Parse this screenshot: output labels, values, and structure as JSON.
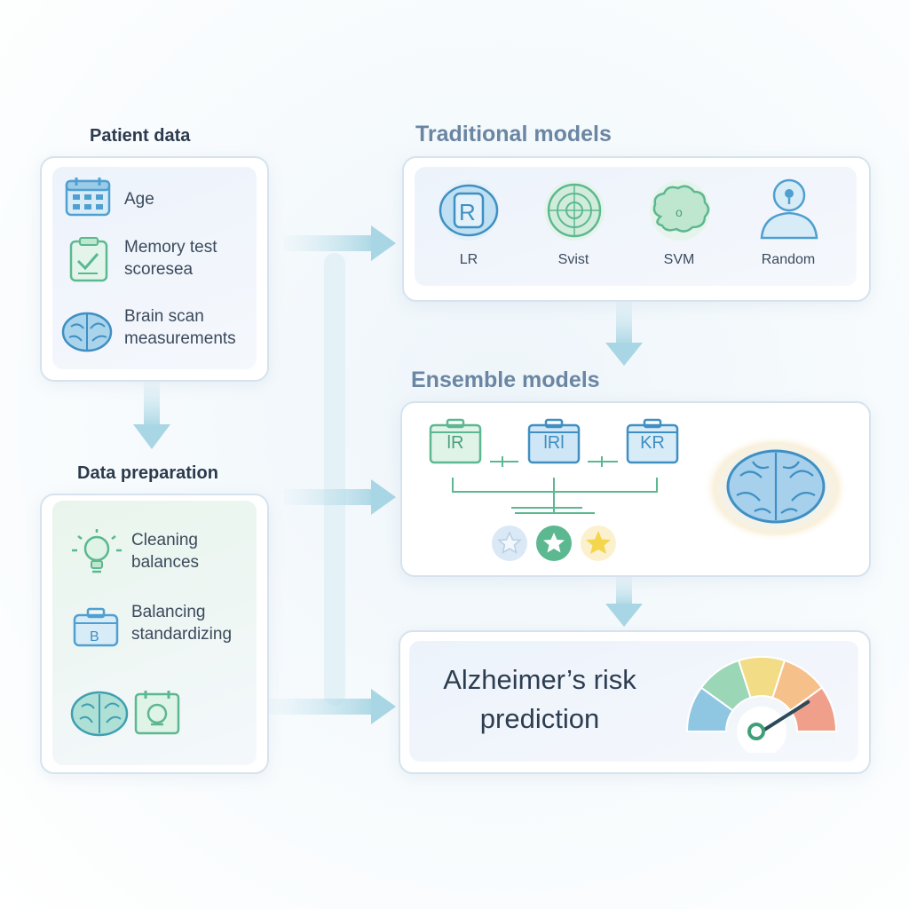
{
  "patient_data": {
    "title": "Patient data",
    "items": [
      {
        "label": "Age",
        "icon": "calendar-icon"
      },
      {
        "label_line1": "Memory test",
        "label_line2": "scoresea",
        "icon": "checklist-icon"
      },
      {
        "label_line1": "Brain scan",
        "label_line2": "measurements",
        "icon": "brain-icon"
      }
    ]
  },
  "data_preparation": {
    "title": "Data preparation",
    "items": [
      {
        "label_line1": "Cleaning",
        "label_line2": "balances",
        "icon": "lightbulb-icon"
      },
      {
        "label_line1": "Balancing",
        "label_line2": "standardizing",
        "icon": "briefcase-icon"
      }
    ]
  },
  "traditional_models": {
    "title": "Traditional models",
    "models": [
      {
        "label": "LR",
        "icon": "lr-badge-icon"
      },
      {
        "label": "Svist",
        "icon": "radar-icon"
      },
      {
        "label": "SVM",
        "icon": "cloud-icon"
      },
      {
        "label": "Random",
        "icon": "person-pin-icon"
      }
    ]
  },
  "ensemble_models": {
    "title": "Ensemble models",
    "cards": [
      "lR",
      "lRl",
      "KR"
    ]
  },
  "prediction": {
    "line1": "Alzheimer’s risk",
    "line2": "prediction",
    "gauge_level": 0.82
  },
  "colors": {
    "teal": "#5cb890",
    "blue": "#4f9fd0",
    "arrow": "#a9d6e4",
    "heading_blue": "#6a86a3",
    "gauge": [
      "#8fc7e3",
      "#9bd7b7",
      "#f3dc86",
      "#f6c08a",
      "#f0a08a"
    ]
  }
}
